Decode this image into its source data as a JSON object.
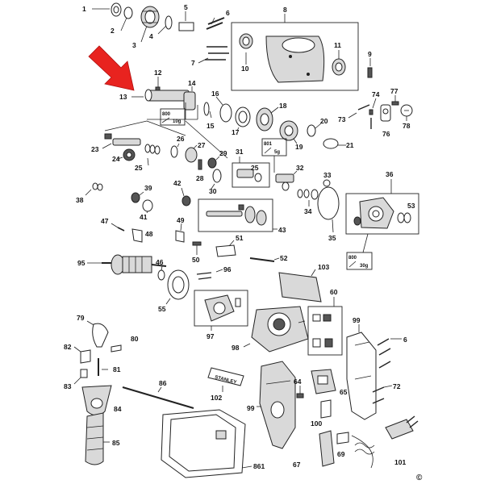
{
  "labels": {
    "p1": "1",
    "p2": "2",
    "p3": "3",
    "p4": "4",
    "p5": "5",
    "p6": "6",
    "p7": "7",
    "p8": "8",
    "p9": "9",
    "p10": "10",
    "p11": "11",
    "p12": "12",
    "p13": "13",
    "p14": "14",
    "p15": "15",
    "p16": "16",
    "p17": "17",
    "p18": "18",
    "p19": "19",
    "p20": "20",
    "p21": "21",
    "p23": "23",
    "p24": "24",
    "p25": "25",
    "p25b": "25",
    "p26": "26",
    "p27": "27",
    "p28": "28",
    "p29": "29",
    "p30": "30",
    "p31": "31",
    "p32": "32",
    "p33": "33",
    "p34": "34",
    "p35": "35",
    "p36": "36",
    "p38": "38",
    "p39": "39",
    "p41": "41",
    "p42": "42",
    "p43": "43",
    "p46": "46",
    "p47": "47",
    "p48": "48",
    "p49": "49",
    "p50": "50",
    "p51": "51",
    "p52": "52",
    "p53": "53",
    "p55": "55",
    "p60": "60",
    "p64": "64",
    "p65": "65",
    "p6b": "6",
    "p67": "67",
    "p69": "69",
    "p72": "72",
    "p73": "73",
    "p74": "74",
    "p76": "76",
    "p77": "77",
    "p78": "78",
    "p79": "79",
    "p80": "80",
    "p81": "81",
    "p82": "82",
    "p83": "83",
    "p84": "84",
    "p85": "85",
    "p86": "86",
    "p95": "95",
    "p96": "96",
    "p97": "97",
    "p98": "98",
    "p99a": "99",
    "p99b": "99",
    "p100": "100",
    "p101": "101",
    "p102": "102",
    "p103": "103",
    "p861": "861"
  },
  "grease": {
    "g1_qty": "800",
    "g1_amt": "10g",
    "g2_qty": "801",
    "g2_amt": "5g",
    "g3_qty": "800",
    "g3_amt": "30g"
  },
  "brand_text": "STANLEY",
  "copyright": "©",
  "colors": {
    "arrow": "#e8231f",
    "line": "#222222"
  }
}
